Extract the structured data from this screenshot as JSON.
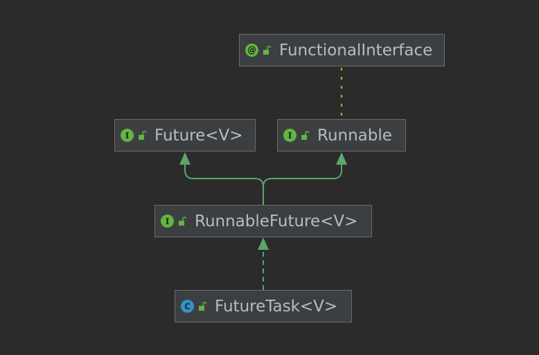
{
  "nodes": {
    "functional_interface": {
      "label": "FunctionalInterface",
      "kind": "annotation",
      "kind_glyph": "@"
    },
    "future": {
      "label": "Future<V>",
      "kind": "interface",
      "kind_glyph": "I"
    },
    "runnable": {
      "label": "Runnable",
      "kind": "interface",
      "kind_glyph": "I"
    },
    "runnable_future": {
      "label": "RunnableFuture<V>",
      "kind": "interface",
      "kind_glyph": "I"
    },
    "future_task": {
      "label": "FutureTask<V>",
      "kind": "class",
      "kind_glyph": "C"
    }
  },
  "edges": [
    {
      "from": "functional_interface",
      "to": "runnable",
      "style": "dotted"
    },
    {
      "from": "runnable_future",
      "to": "future",
      "style": "solid-arrow"
    },
    {
      "from": "runnable_future",
      "to": "runnable",
      "style": "solid-arrow"
    },
    {
      "from": "future_task",
      "to": "runnable_future",
      "style": "dashed-arrow"
    }
  ],
  "colors": {
    "background": "#2b2b2b",
    "node_fill": "#3c3f41",
    "node_border": "#6b6b6b",
    "text": "#bbbbbb",
    "edge_green": "#59a869",
    "dotted_yellow": "#a7a42b",
    "interface_icon": "#62b543",
    "class_icon": "#3592c4"
  }
}
